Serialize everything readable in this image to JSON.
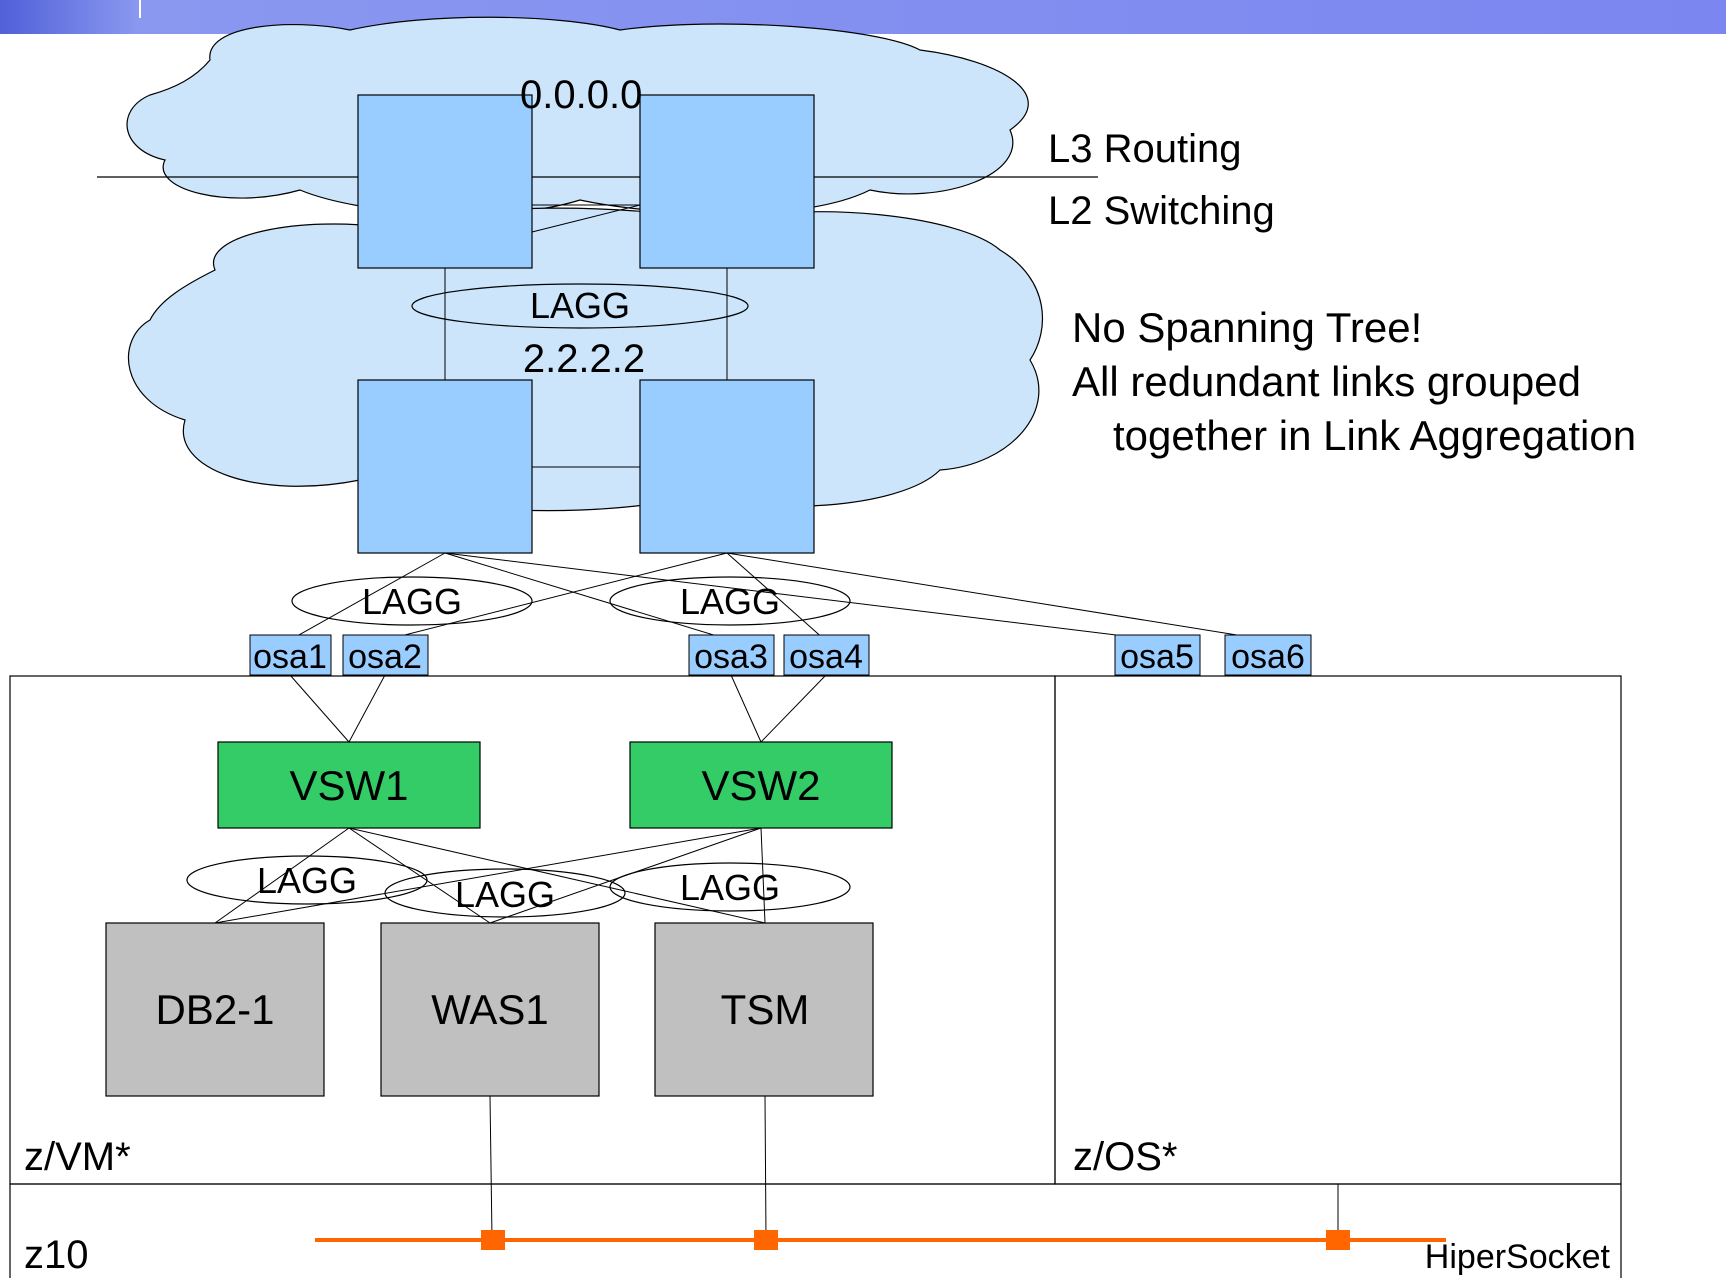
{
  "colors": {
    "header_band": "#7b86f0",
    "cloud_fill": "#cce5fa",
    "switch_fill": "#99ccff",
    "vswitch_fill": "#33cc66",
    "guest_fill": "#c0c0c0",
    "osa_fill": "#99ccff",
    "hipersocket": "#ff6600"
  },
  "network": {
    "cloud_label": "0.0.0.0",
    "l3_label": "L3 Routing",
    "l2_label": "L2 Switching",
    "inner_label": "2.2.2.2",
    "notes": [
      "No Spanning Tree!",
      "All redundant links grouped",
      "together in Link Aggregation"
    ]
  },
  "lagg_label": "LAGG",
  "osa": [
    "osa1",
    "osa2",
    "osa3",
    "osa4",
    "osa5",
    "osa6"
  ],
  "vswitches": [
    "VSW1",
    "VSW2"
  ],
  "guests": [
    "DB2-1",
    "WAS1",
    "TSM"
  ],
  "lpars": {
    "zvm": "z/VM*",
    "zos": "z/OS*"
  },
  "machine": "z10",
  "hipersocket_label": "HiperSocket"
}
